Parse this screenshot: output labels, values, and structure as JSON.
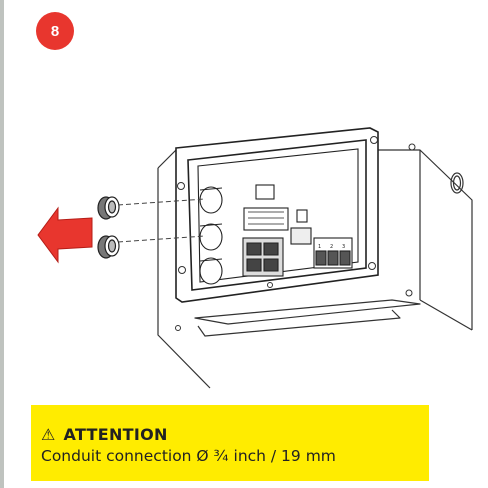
{
  "step": {
    "number": "8"
  },
  "illustration": {
    "description_icon": "conduit-plug-removal-diagram",
    "arrow_color": "#e8362e",
    "terminal_labels": [
      "1",
      "2",
      "3"
    ]
  },
  "attention": {
    "icon": "warning-triangle-icon",
    "title": "ATTENTION",
    "text": "Conduit connection Ø ¾ inch / 19 mm",
    "background": "#ffec00"
  }
}
